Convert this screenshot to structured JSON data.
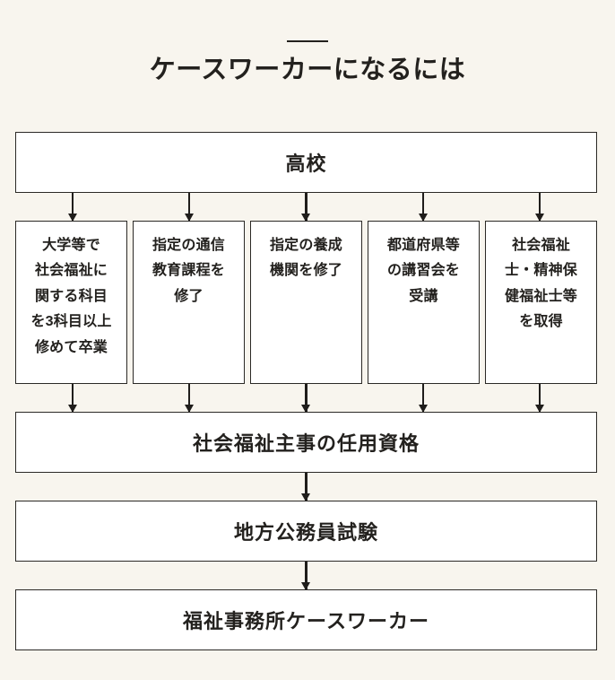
{
  "header": {
    "rule": "horizontal-rule",
    "title": "ケースワーカーになるには"
  },
  "flowchart": {
    "type": "flowchart",
    "direction": "top-to-bottom",
    "top_node": {
      "label": "高校"
    },
    "branch_nodes": [
      {
        "label": "大学等で\n社会福祉に\n関する科目\nを3科目以上\n修めて卒業"
      },
      {
        "label": "指定の通信\n教育課程を\n修了"
      },
      {
        "label": "指定の養成\n機関を修了"
      },
      {
        "label": "都道府県等\nの講習会を\n受講"
      },
      {
        "label": "社会福祉\n士・精神保\n健福祉士等\nを取得"
      }
    ],
    "merge_node": {
      "label": "社会福祉主事の任用資格"
    },
    "exam_node": {
      "label": "地方公務員試験"
    },
    "final_node": {
      "label": "福祉事務所ケースワーカー"
    },
    "colors": {
      "background": "#f8f5ee",
      "node_fill": "#ffffff",
      "border": "#2b2926",
      "text": "#23211e",
      "arrow": "#1f1d1b"
    }
  }
}
